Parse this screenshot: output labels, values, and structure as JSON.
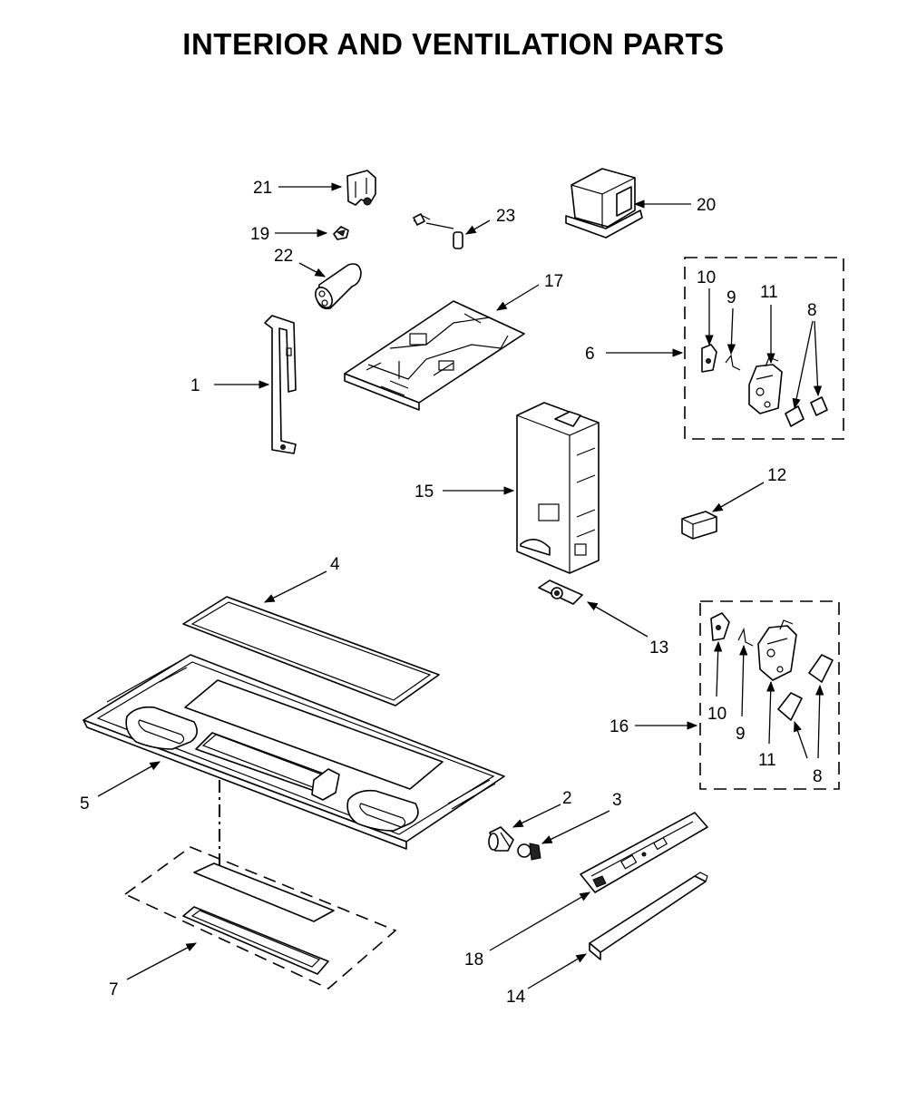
{
  "title": "INTERIOR AND VENTILATION PARTS",
  "callouts": {
    "c1": "1",
    "c2": "2",
    "c3": "3",
    "c4": "4",
    "c5": "5",
    "c6": "6",
    "c7": "7",
    "c8a": "8",
    "c8b": "8",
    "c9a": "9",
    "c9b": "9",
    "c10a": "10",
    "c10b": "10",
    "c11a": "11",
    "c11b": "11",
    "c12": "12",
    "c13": "13",
    "c14": "14",
    "c15": "15",
    "c16": "16",
    "c17": "17",
    "c18": "18",
    "c19": "19",
    "c20": "20",
    "c21": "21",
    "c22": "22",
    "c23": "23"
  }
}
